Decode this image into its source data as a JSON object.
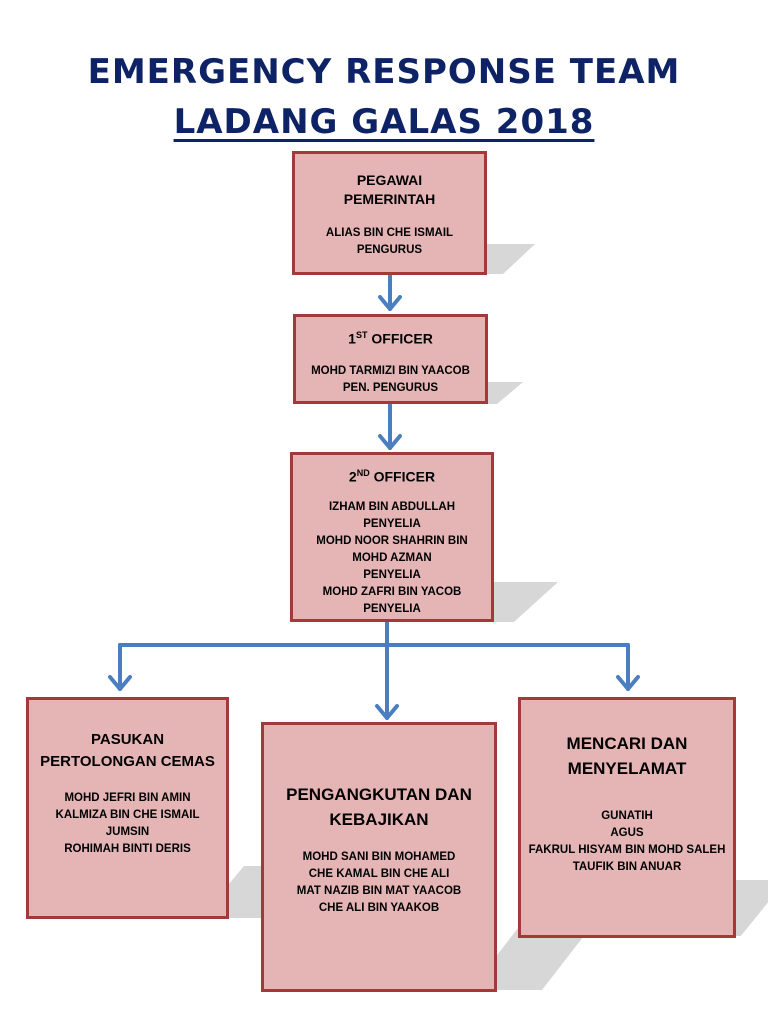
{
  "title": {
    "line1": "EMERGENCY RESPONSE TEAM",
    "line2": "LADANG GALAS 2018"
  },
  "top": {
    "heading_line1": "PEGAWAI",
    "heading_line2": "PEMERINTAH",
    "name": "ALIAS BIN CHE ISMAIL",
    "role": "PENGURUS"
  },
  "first": {
    "heading_num": "1",
    "heading_sup": "ST",
    "heading_rest": " OFFICER",
    "name": "MOHD TARMIZI BIN YAACOB",
    "role": "PEN. PENGURUS"
  },
  "second": {
    "heading_num": "2",
    "heading_sup": "ND",
    "heading_rest": " OFFICER",
    "lines": [
      "IZHAM BIN ABDULLAH",
      "PENYELIA",
      "MOHD NOOR SHAHRIN BIN",
      "MOHD AZMAN",
      "PENYELIA",
      "MOHD ZAFRI BIN YACOB",
      "PENYELIA"
    ]
  },
  "left": {
    "heading_line1": "PASUKAN",
    "heading_line2": "PERTOLONGAN CEMAS",
    "members": [
      "MOHD JEFRI BIN AMIN",
      "KALMIZA BIN CHE ISMAIL",
      "JUMSIN",
      "ROHIMAH BINTI DERIS"
    ]
  },
  "middle": {
    "heading_line1": "PENGANGKUTAN DAN",
    "heading_line2": "KEBAJIKAN",
    "members": [
      "MOHD SANI BIN MOHAMED",
      "CHE KAMAL BIN CHE ALI",
      "MAT NAZIB BIN MAT YAACOB",
      "CHE ALI BIN YAAKOB"
    ]
  },
  "right": {
    "heading_line1": "MENCARI DAN",
    "heading_line2": "MENYELAMAT",
    "members": [
      "GUNATIH",
      "AGUS",
      "FAKRUL HISYAM BIN MOHD SALEH",
      "TAUFIK BIN ANUAR"
    ]
  },
  "colors": {
    "title": "#0d2366",
    "box_fill": "#e5b5b6",
    "box_border": "#a33a3a",
    "connector": "#4a7ebf",
    "shadow": "#d7d7d7"
  }
}
